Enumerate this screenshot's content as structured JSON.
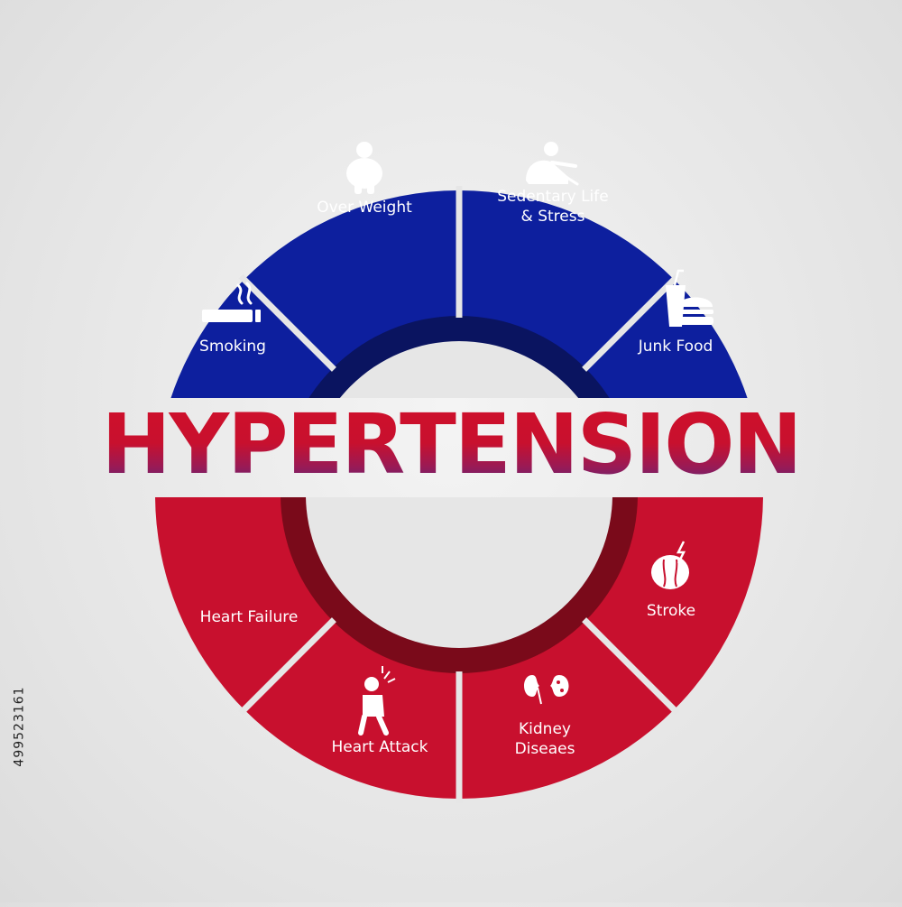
{
  "title": "HYPERTENSION",
  "stock_id": "499523161",
  "colors": {
    "causes_fill": "#0d1f9e",
    "effects_fill": "#c8102e",
    "causes_inner": "#0a1460",
    "effects_inner": "#7a0a1a",
    "center": "#e6e6e6",
    "background": "#e8e8e8"
  },
  "causes": [
    {
      "label": "Smoking",
      "icon": "cigarette-icon"
    },
    {
      "label": "Over Weight",
      "icon": "overweight-person-icon"
    },
    {
      "label": "Sedentary Life\n& Stress",
      "icon": "sedentary-person-icon"
    },
    {
      "label": "Junk Food",
      "icon": "junk-food-icon"
    }
  ],
  "effects": [
    {
      "label": "Heart Failure",
      "icon": ""
    },
    {
      "label": "Heart Attack",
      "icon": "heart-attack-person-icon"
    },
    {
      "label": "Kidney\nDiseaes",
      "icon": "kidney-icon"
    },
    {
      "label": "Stroke",
      "icon": "brain-stroke-icon"
    }
  ]
}
